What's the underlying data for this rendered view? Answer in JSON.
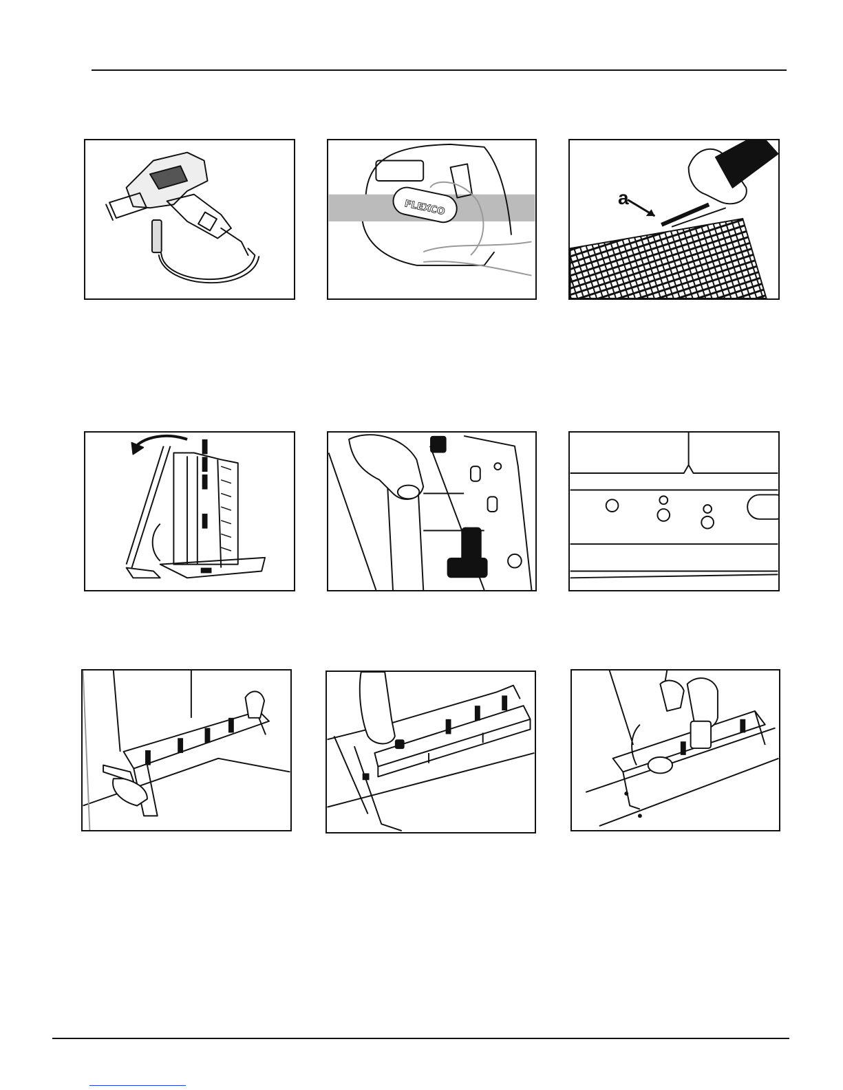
{
  "page": {
    "footer_link_text": ""
  },
  "panels": [
    {
      "id": "stapler-tool",
      "label": ""
    },
    {
      "id": "tool-logo-closeup",
      "label": "",
      "logo_text": "FLEXCO"
    },
    {
      "id": "belt-cut-detail",
      "label": "",
      "callout": "a"
    },
    {
      "id": "rotate-clamp-bar",
      "label": ""
    },
    {
      "id": "pin-removal-closeup",
      "label": ""
    },
    {
      "id": "slot-holes-closeup",
      "label": ""
    },
    {
      "id": "position-fixture",
      "label": ""
    },
    {
      "id": "engage-knobs",
      "label": ""
    },
    {
      "id": "drive-staples",
      "label": ""
    }
  ],
  "colors": {
    "line": "#111111",
    "belt_gray": "#bbbbbb",
    "link": "#1f3fd6"
  }
}
